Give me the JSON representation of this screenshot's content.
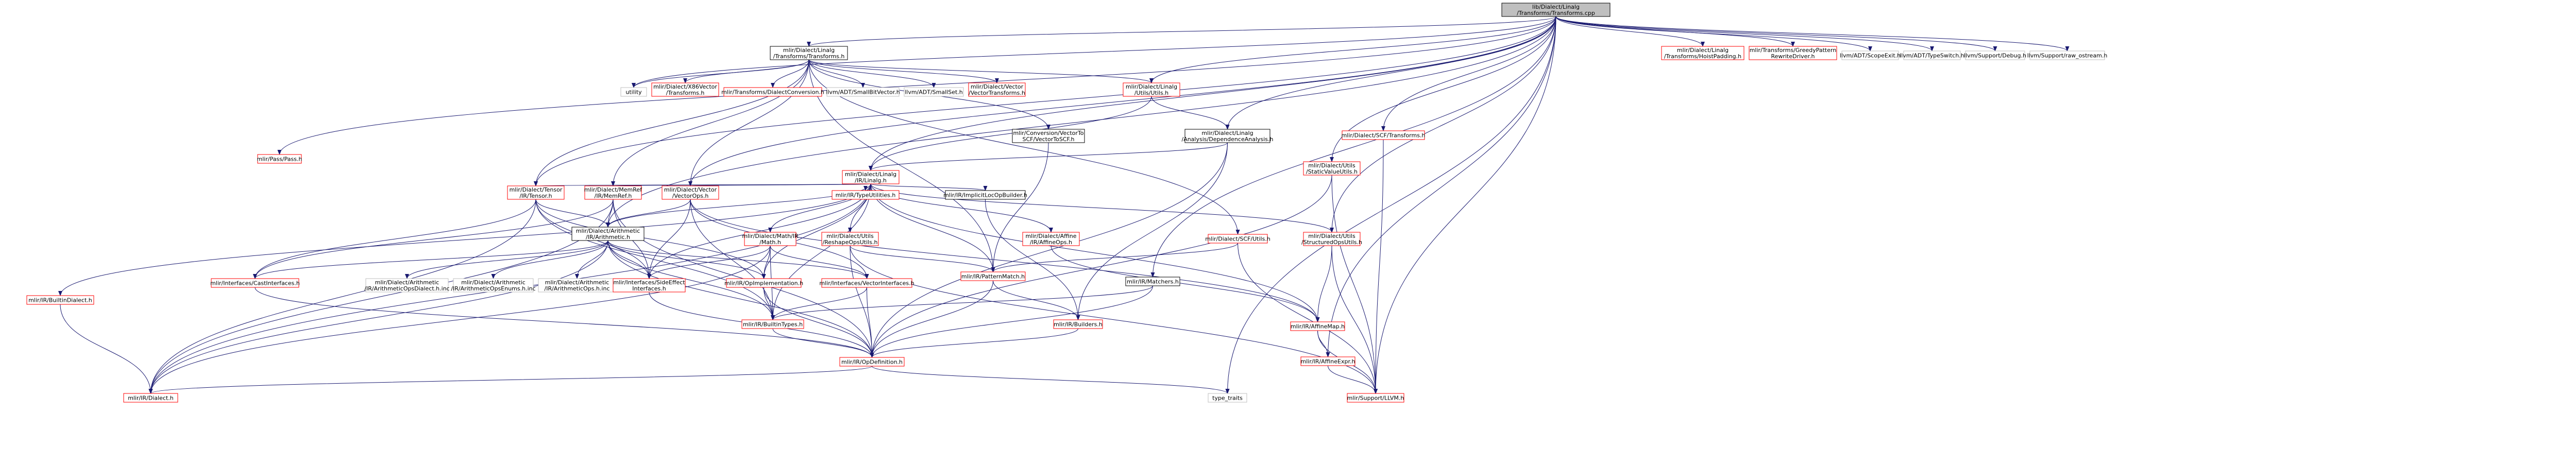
{
  "nodes": [
    {
      "id": "root",
      "lines": [
        "lib/Dialect/Linalg",
        "/Transforms/Transforms.cpp"
      ],
      "style": "root"
    },
    {
      "id": "tr_h",
      "lines": [
        "mlir/Dialect/Linalg",
        "/Transforms/Transforms.h"
      ],
      "style": "black"
    },
    {
      "id": "hoist",
      "lines": [
        "mlir/Dialect/Linalg",
        "/Transforms/HoistPadding.h"
      ],
      "style": "red"
    },
    {
      "id": "greedy",
      "lines": [
        "mlir/Transforms/GreedyPattern",
        "RewriteDriver.h"
      ],
      "style": "red"
    },
    {
      "id": "scopeexit",
      "lines": [
        "llvm/ADT/ScopeExit.h"
      ],
      "style": "gray"
    },
    {
      "id": "typeswitch",
      "lines": [
        "llvm/ADT/TypeSwitch.h"
      ],
      "style": "gray"
    },
    {
      "id": "debug",
      "lines": [
        "llvm/Support/Debug.h"
      ],
      "style": "gray"
    },
    {
      "id": "rawostream",
      "lines": [
        "llvm/Support/raw_ostream.h"
      ],
      "style": "gray"
    },
    {
      "id": "utility",
      "lines": [
        "utility"
      ],
      "style": "gray"
    },
    {
      "id": "x86vec",
      "lines": [
        "mlir/Dialect/X86Vector",
        "/Transforms.h"
      ],
      "style": "red"
    },
    {
      "id": "dialconv",
      "lines": [
        "mlir/Transforms/DialectConversion.h"
      ],
      "style": "red"
    },
    {
      "id": "smallbitvec",
      "lines": [
        "llvm/ADT/SmallBitVector.h"
      ],
      "style": "gray"
    },
    {
      "id": "smallset",
      "lines": [
        "llvm/ADT/SmallSet.h"
      ],
      "style": "gray"
    },
    {
      "id": "vectr",
      "lines": [
        "mlir/Dialect/Vector",
        "/VectorTransforms.h"
      ],
      "style": "red"
    },
    {
      "id": "linutils",
      "lines": [
        "mlir/Dialect/Linalg",
        "/Utils/Utils.h"
      ],
      "style": "red"
    },
    {
      "id": "pass",
      "lines": [
        "mlir/Pass/Pass.h"
      ],
      "style": "red"
    },
    {
      "id": "vec2scf",
      "lines": [
        "mlir/Conversion/VectorTo",
        "SCF/VectorToSCF.h"
      ],
      "style": "black"
    },
    {
      "id": "depana",
      "lines": [
        "mlir/Dialect/Linalg",
        "/Analysis/DependenceAnalysis.h"
      ],
      "style": "black"
    },
    {
      "id": "scftr",
      "lines": [
        "mlir/Dialect/SCF/Transforms.h"
      ],
      "style": "red"
    },
    {
      "id": "linalg_h",
      "lines": [
        "mlir/Dialect/Linalg",
        "/IR/Linalg.h"
      ],
      "style": "red"
    },
    {
      "id": "staticval",
      "lines": [
        "mlir/Dialect/Utils",
        "/StaticValueUtils.h"
      ],
      "style": "red"
    },
    {
      "id": "tensor",
      "lines": [
        "mlir/Dialect/Tensor",
        "/IR/Tensor.h"
      ],
      "style": "red"
    },
    {
      "id": "memref",
      "lines": [
        "mlir/Dialect/MemRef",
        "/IR/MemRef.h"
      ],
      "style": "red"
    },
    {
      "id": "vecops",
      "lines": [
        "mlir/Dialect/Vector",
        "/VectorOps.h"
      ],
      "style": "red"
    },
    {
      "id": "typeutil",
      "lines": [
        "mlir/IR/TypeUtilities.h"
      ],
      "style": "red"
    },
    {
      "id": "implicit",
      "lines": [
        "mlir/IR/ImplicitLocOpBuilder.h"
      ],
      "style": "black"
    },
    {
      "id": "affineops",
      "lines": [
        "mlir/Dialect/Affine",
        "/IR/AffineOps.h"
      ],
      "style": "red"
    },
    {
      "id": "scfutils",
      "lines": [
        "mlir/Dialect/SCF/Utils.h"
      ],
      "style": "red"
    },
    {
      "id": "structops",
      "lines": [
        "mlir/Dialect/Utils",
        "/StructuredOpsUtils.h"
      ],
      "style": "red"
    },
    {
      "id": "arith",
      "lines": [
        "mlir/Dialect/Arithmetic",
        "/IR/Arithmetic.h"
      ],
      "style": "black"
    },
    {
      "id": "math",
      "lines": [
        "mlir/Dialect/Math/IR",
        "/Math.h"
      ],
      "style": "red"
    },
    {
      "id": "reshape",
      "lines": [
        "mlir/Dialect/Utils",
        "/ReshapeOpsUtils.h"
      ],
      "style": "red"
    },
    {
      "id": "builtindialect",
      "lines": [
        "mlir/IR/BuiltinDialect.h"
      ],
      "style": "red"
    },
    {
      "id": "castif",
      "lines": [
        "mlir/Interfaces/CastInterfaces.h"
      ],
      "style": "red"
    },
    {
      "id": "arithdialectinc",
      "lines": [
        "mlir/Dialect/Arithmetic",
        "/IR/ArithmeticOpsDialect.h.inc"
      ],
      "style": "gray"
    },
    {
      "id": "arithenumsinc",
      "lines": [
        "mlir/Dialect/Arithmetic",
        "/IR/ArithmeticOpsEnums.h.inc"
      ],
      "style": "gray"
    },
    {
      "id": "arithopsinc",
      "lines": [
        "mlir/Dialect/Arithmetic",
        "/IR/ArithmeticOps.h.inc"
      ],
      "style": "gray"
    },
    {
      "id": "sideeffect",
      "lines": [
        "mlir/Interfaces/SideEffect",
        "Interfaces.h"
      ],
      "style": "red"
    },
    {
      "id": "opimpl",
      "lines": [
        "mlir/IR/OpImplementation.h"
      ],
      "style": "red"
    },
    {
      "id": "vecif",
      "lines": [
        "mlir/Interfaces/VectorInterfaces.h"
      ],
      "style": "red"
    },
    {
      "id": "patmatch",
      "lines": [
        "mlir/IR/PatternMatch.h"
      ],
      "style": "red"
    },
    {
      "id": "matchers",
      "lines": [
        "mlir/IR/Matchers.h"
      ],
      "style": "black"
    },
    {
      "id": "affinemap",
      "lines": [
        "mlir/IR/AffineMap.h"
      ],
      "style": "red"
    },
    {
      "id": "builtintypes",
      "lines": [
        "mlir/IR/BuiltinTypes.h"
      ],
      "style": "red"
    },
    {
      "id": "builders",
      "lines": [
        "mlir/IR/Builders.h"
      ],
      "style": "red"
    },
    {
      "id": "affineexpr",
      "lines": [
        "mlir/IR/AffineExpr.h"
      ],
      "style": "red"
    },
    {
      "id": "opdef",
      "lines": [
        "mlir/IR/OpDefinition.h"
      ],
      "style": "red"
    },
    {
      "id": "dialect",
      "lines": [
        "mlir/IR/Dialect.h"
      ],
      "style": "red"
    },
    {
      "id": "typetraits",
      "lines": [
        "type_traits"
      ],
      "style": "gray"
    },
    {
      "id": "llvm",
      "lines": [
        "mlir/Support/LLVM.h"
      ],
      "style": "red"
    }
  ],
  "edges": [
    [
      "root",
      "tr_h"
    ],
    [
      "root",
      "hoist"
    ],
    [
      "root",
      "greedy"
    ],
    [
      "root",
      "scopeexit"
    ],
    [
      "root",
      "typeswitch"
    ],
    [
      "root",
      "debug"
    ],
    [
      "root",
      "rawostream"
    ],
    [
      "root",
      "utility"
    ],
    [
      "root",
      "linalg_h"
    ],
    [
      "root",
      "linutils"
    ],
    [
      "root",
      "depana"
    ],
    [
      "root",
      "scftr"
    ],
    [
      "root",
      "staticval"
    ],
    [
      "root",
      "tensor"
    ],
    [
      "root",
      "arith"
    ],
    [
      "root",
      "vecops"
    ],
    [
      "root",
      "pass"
    ],
    [
      "root",
      "matchers"
    ],
    [
      "root",
      "structops"
    ],
    [
      "root",
      "typetraits"
    ],
    [
      "root",
      "llvm"
    ],
    [
      "root",
      "affineexpr"
    ],
    [
      "tr_h",
      "utility"
    ],
    [
      "tr_h",
      "x86vec"
    ],
    [
      "tr_h",
      "dialconv"
    ],
    [
      "tr_h",
      "smallbitvec"
    ],
    [
      "tr_h",
      "smallset"
    ],
    [
      "tr_h",
      "vectr"
    ],
    [
      "tr_h",
      "linutils"
    ],
    [
      "tr_h",
      "vec2scf"
    ],
    [
      "tr_h",
      "scfutils"
    ],
    [
      "tr_h",
      "tensor"
    ],
    [
      "tr_h",
      "memref"
    ],
    [
      "tr_h",
      "vecops"
    ],
    [
      "tr_h",
      "patmatch"
    ],
    [
      "linutils",
      "linalg_h"
    ],
    [
      "linutils",
      "depana"
    ],
    [
      "depana",
      "linalg_h"
    ],
    [
      "depana",
      "builders"
    ],
    [
      "depana",
      "opdef"
    ],
    [
      "scftr",
      "llvm"
    ],
    [
      "vec2scf",
      "patmatch"
    ],
    [
      "linalg_h",
      "tensor"
    ],
    [
      "linalg_h",
      "memref"
    ],
    [
      "linalg_h",
      "vecops"
    ],
    [
      "linalg_h",
      "typeutil"
    ],
    [
      "linalg_h",
      "implicit"
    ],
    [
      "linalg_h",
      "affineops"
    ],
    [
      "linalg_h",
      "structops"
    ],
    [
      "linalg_h",
      "arith"
    ],
    [
      "linalg_h",
      "math"
    ],
    [
      "linalg_h",
      "reshape"
    ],
    [
      "linalg_h",
      "builtindialect"
    ],
    [
      "linalg_h",
      "sideeffect"
    ],
    [
      "linalg_h",
      "builtintypes"
    ],
    [
      "linalg_h",
      "affinemap"
    ],
    [
      "linalg_h",
      "opimpl"
    ],
    [
      "linalg_h",
      "dialect"
    ],
    [
      "linalg_h",
      "patmatch"
    ],
    [
      "staticval",
      "llvm"
    ],
    [
      "staticval",
      "opdef"
    ],
    [
      "tensor",
      "arith"
    ],
    [
      "tensor",
      "castif"
    ],
    [
      "tensor",
      "sideeffect"
    ],
    [
      "tensor",
      "opimpl"
    ],
    [
      "tensor",
      "dialect"
    ],
    [
      "tensor",
      "builtintypes"
    ],
    [
      "memref",
      "arith"
    ],
    [
      "memref",
      "castif"
    ],
    [
      "memref",
      "sideeffect"
    ],
    [
      "memref",
      "dialect"
    ],
    [
      "memref",
      "opdef"
    ],
    [
      "vecops",
      "arith"
    ],
    [
      "vecops",
      "sideeffect"
    ],
    [
      "vecops",
      "vecif"
    ],
    [
      "vecops",
      "builtintypes"
    ],
    [
      "vecops",
      "affinemap"
    ],
    [
      "implicit",
      "builders"
    ],
    [
      "affineops",
      "affinemap"
    ],
    [
      "scfutils",
      "patmatch"
    ],
    [
      "scfutils",
      "llvm"
    ],
    [
      "structops",
      "affinemap"
    ],
    [
      "structops",
      "llvm"
    ],
    [
      "arith",
      "arithdialectinc"
    ],
    [
      "arith",
      "arithenumsinc"
    ],
    [
      "arith",
      "arithopsinc"
    ],
    [
      "arith",
      "castif"
    ],
    [
      "arith",
      "sideeffect"
    ],
    [
      "arith",
      "vecif"
    ],
    [
      "arith",
      "opimpl"
    ],
    [
      "arith",
      "builtintypes"
    ],
    [
      "arith",
      "dialect"
    ],
    [
      "arith",
      "opdef"
    ],
    [
      "math",
      "sideeffect"
    ],
    [
      "math",
      "vecif"
    ],
    [
      "math",
      "opimpl"
    ],
    [
      "math",
      "builtintypes"
    ],
    [
      "math",
      "dialect"
    ],
    [
      "reshape",
      "patmatch"
    ],
    [
      "reshape",
      "opdef"
    ],
    [
      "reshape",
      "llvm"
    ],
    [
      "builtindialect",
      "dialect"
    ],
    [
      "castif",
      "opdef"
    ],
    [
      "sideeffect",
      "opdef"
    ],
    [
      "opimpl",
      "builtintypes"
    ],
    [
      "opimpl",
      "opdef"
    ],
    [
      "vecif",
      "builtintypes"
    ],
    [
      "vecif",
      "opdef"
    ],
    [
      "patmatch",
      "builders"
    ],
    [
      "patmatch",
      "opdef"
    ],
    [
      "matchers",
      "builtintypes"
    ],
    [
      "matchers",
      "opdef"
    ],
    [
      "affinemap",
      "affineexpr"
    ],
    [
      "affinemap",
      "llvm"
    ],
    [
      "builtintypes",
      "opdef"
    ],
    [
      "builders",
      "opdef"
    ],
    [
      "affineexpr",
      "llvm"
    ],
    [
      "opdef",
      "dialect"
    ],
    [
      "opdef",
      "typetraits"
    ]
  ],
  "colors": {
    "edge": "#191970",
    "red_border": "#ff0000",
    "black_border": "#000000",
    "gray_border": "#bfbfbf",
    "root_fill": "#bfbfbf",
    "text": "#000000"
  }
}
